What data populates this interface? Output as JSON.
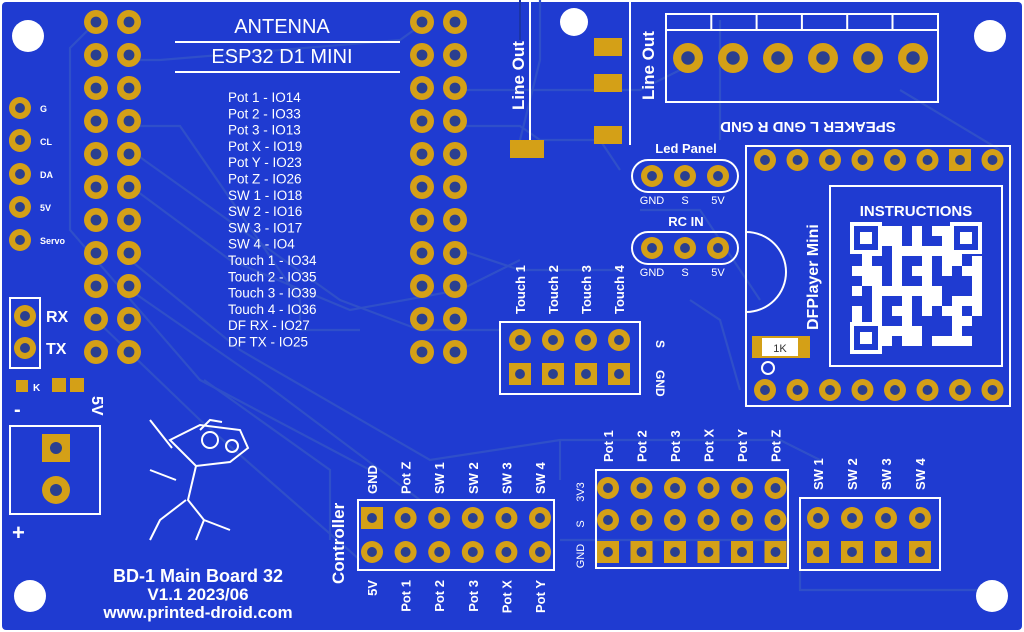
{
  "board": {
    "title": "BD-1 Main Board 32",
    "version": "V1.1 2023/06",
    "website": "www.printed-droid.com",
    "colors": {
      "board": "#1f3bd1",
      "silk": "#ffffff",
      "pad": "#d4a017",
      "hole": "#2a3f8f",
      "trace": "#2f4fc9"
    }
  },
  "esp32": {
    "antenna_label": "ANTENNA",
    "module_label": "ESP32 D1 MINI",
    "pin_map": [
      "Pot 1 - IO14",
      "Pot 2 - IO33",
      "Pot 3 - IO13",
      "Pot X - IO19",
      "Pot Y - IO23",
      "Pot Z - IO26",
      "SW 1 - IO18",
      "SW 2 - IO16",
      "SW 3 - IO17",
      "SW 4 - IO4",
      "Touch 1 - IO34",
      "Touch 2 - IO35",
      "Touch 3 - IO39",
      "Touch 4 - IO36",
      "DF RX - IO27",
      "DF TX - IO25"
    ]
  },
  "left_header": {
    "labels": [
      "G",
      "CL",
      "DA",
      "5V",
      "Servo"
    ]
  },
  "serial": {
    "rx": "RX",
    "tx": "TX"
  },
  "power": {
    "k_label": "K",
    "v5": "5V",
    "minus": "-",
    "plus": "+"
  },
  "line_out": {
    "left": "Line Out",
    "right": "Line Out"
  },
  "speaker": {
    "label": "SPEAKER  L  GND  R  GND"
  },
  "led_panel": {
    "title": "Led Panel",
    "pins": [
      "GND",
      "S",
      "5V"
    ]
  },
  "rc_in": {
    "title": "RC IN",
    "pins": [
      "GND",
      "S",
      "5V"
    ]
  },
  "dfplayer": {
    "label": "DFPlayer Mini",
    "instructions": "INSTRUCTIONS",
    "resistor": "1K"
  },
  "touch": {
    "labels": [
      "Touch 1",
      "Touch 2",
      "Touch 3",
      "Touch 4"
    ],
    "s": "S",
    "gnd": "GND"
  },
  "controller": {
    "label": "Controller",
    "top_labels": [
      "GND",
      "Pot Z",
      "SW 1",
      "SW 2",
      "SW 3",
      "SW 4"
    ],
    "bottom_labels": [
      "5V",
      "Pot 1",
      "Pot 2",
      "Pot 3",
      "Pot X",
      "Pot Y"
    ]
  },
  "pots": {
    "labels": [
      "Pot 1",
      "Pot 2",
      "Pot 3",
      "Pot X",
      "Pot Y",
      "Pot Z"
    ],
    "rows": [
      "3V3",
      "S",
      "GND"
    ]
  },
  "switches": {
    "labels": [
      "SW 1",
      "SW 2",
      "SW 3",
      "SW 4"
    ]
  }
}
